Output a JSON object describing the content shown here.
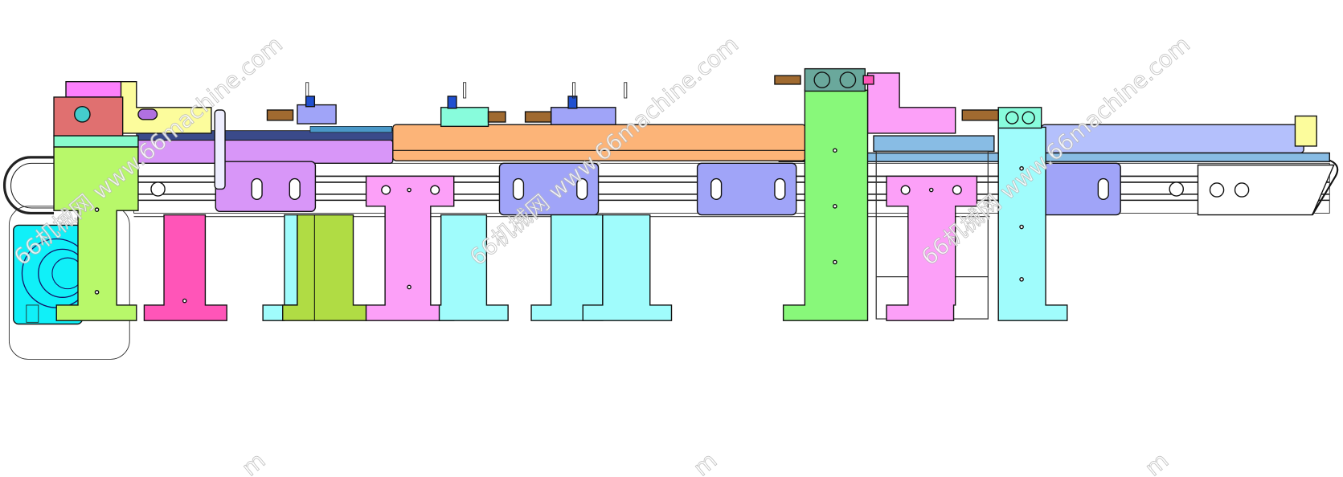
{
  "drawing": {
    "type": "machine-assembly-front-view",
    "watermark_text": "66机械网 www.66machine.com",
    "watermark_partial": "m"
  },
  "colors": {
    "lime": "#b8f86a",
    "green": "#88f87a",
    "pink": "#fca0f8",
    "hot_pink": "#ff55b8",
    "cyan": "#a0fcfc",
    "olive": "#b0dc44",
    "purple": "#d896f8",
    "lavender": "#a0a4f8",
    "orange": "#fcb478",
    "light_blue": "#b4c0fc",
    "steel_blue": "#88bce4",
    "red": "#e07070",
    "teal": "#6aa89c",
    "yellow": "#fcfc9c",
    "motor_cyan": "#10f0f8"
  }
}
